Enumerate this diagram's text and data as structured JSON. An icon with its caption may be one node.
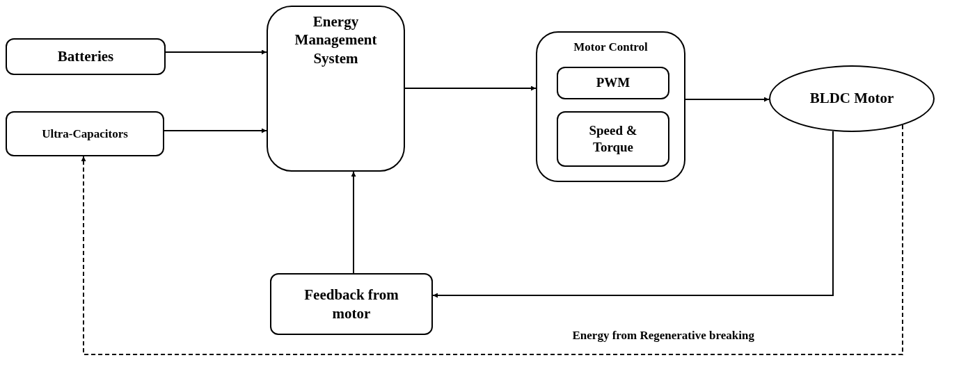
{
  "diagram": {
    "nodes": [
      {
        "text": [
          "Batteries"
        ]
      },
      {
        "text": [
          "Ultra-Capacitors"
        ]
      },
      {
        "text": [
          "Energy Management System"
        ]
      },
      {
        "text": [
          "Motor Control"
        ]
      },
      {
        "text": [
          "PWM"
        ],
        "in": 3
      },
      {
        "text": [
          "Speed & Torque"
        ],
        "in": 3
      },
      {
        "text": [
          "BLDC Motor"
        ]
      },
      {
        "text": [
          "Feedback from motor"
        ]
      }
    ],
    "edges": [
      {
        "from": 0,
        "to": 2,
        "arrow": "to"
      },
      {
        "from": 1,
        "to": 2,
        "arrow": "to"
      },
      {
        "from": 2,
        "to": 3,
        "arrow": "to"
      },
      {
        "from": 3,
        "to": 6,
        "arrow": "to"
      },
      {
        "from": 6,
        "to": 7,
        "arrow": "to"
      },
      {
        "from": 7,
        "to": 2,
        "arrow": "to"
      },
      {
        "from": 6,
        "to": 1,
        "arrow": "to",
        "style": "dashed",
        "label": "Energy from Regenerative breaking"
      }
    ]
  }
}
